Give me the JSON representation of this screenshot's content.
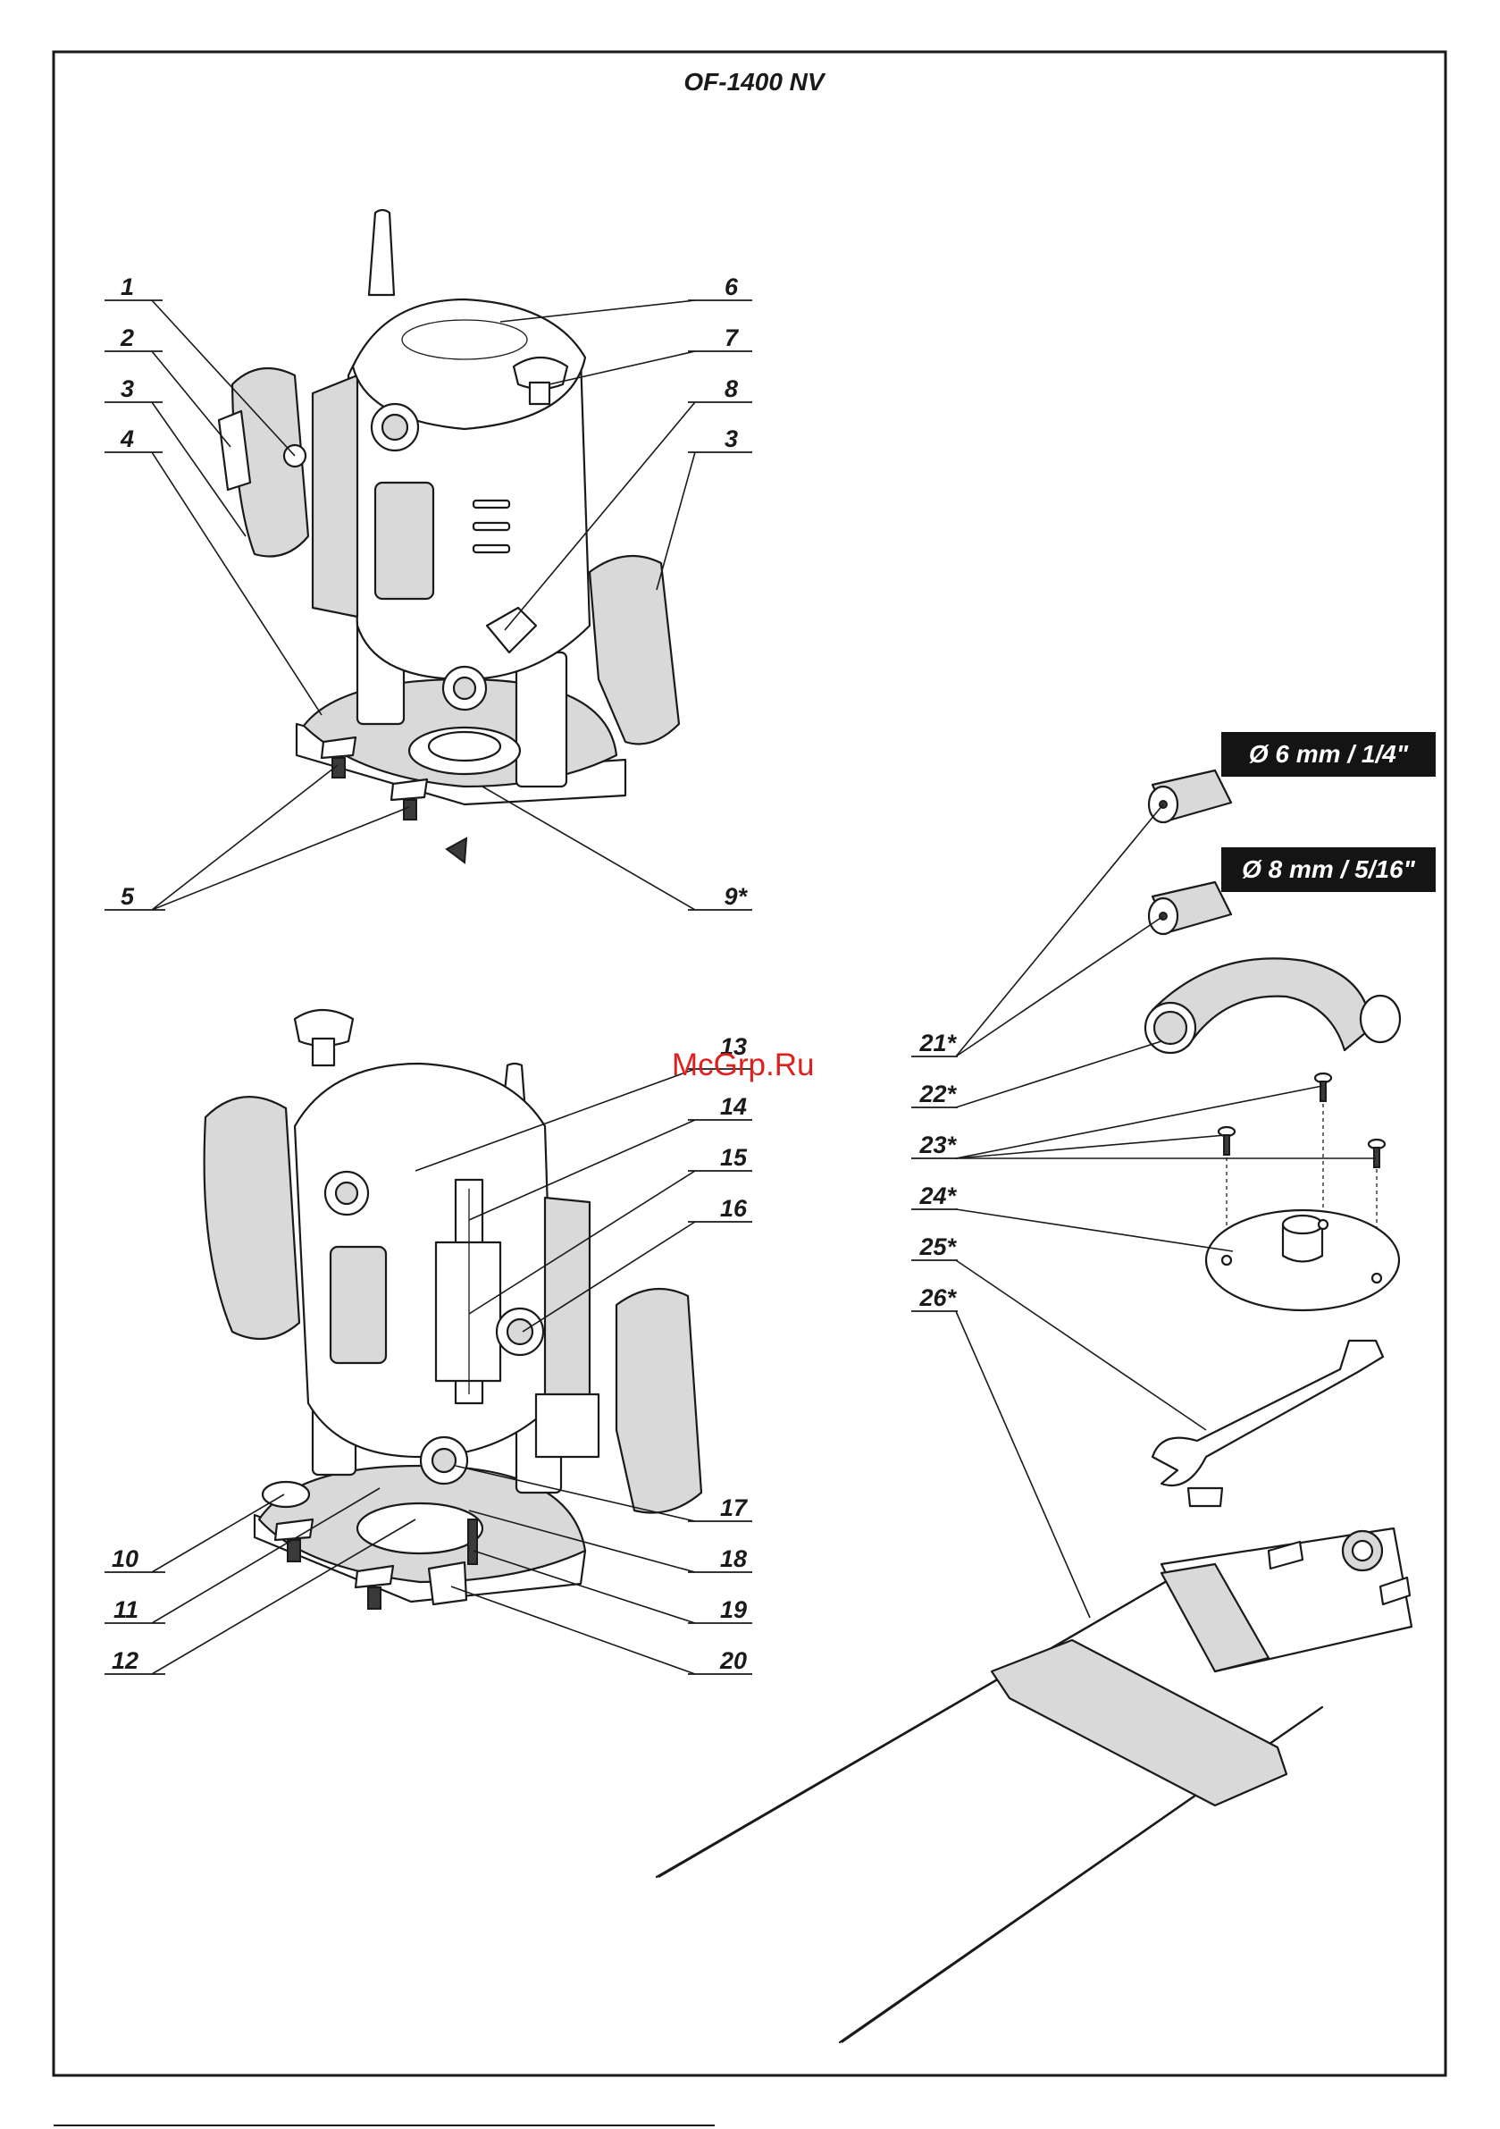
{
  "page": {
    "title": "OF-1400 NV",
    "watermark": "McGrp.Ru"
  },
  "badges": {
    "collet_6": "Ø 6 mm / 1/4\"",
    "collet_8": "Ø 8 mm / 5/16\""
  },
  "callouts": {
    "c1": "1",
    "c2": "2",
    "c3a": "3",
    "c4": "4",
    "c5": "5",
    "c6": "6",
    "c7": "7",
    "c8": "8",
    "c3b": "3",
    "c9": "9*",
    "c13": "13",
    "c14": "14",
    "c15": "15",
    "c16": "16",
    "c10": "10",
    "c11": "11",
    "c12": "12",
    "c17": "17",
    "c18": "18",
    "c19": "19",
    "c20": "20",
    "c21": "21*",
    "c22": "22*",
    "c23": "23*",
    "c24": "24*",
    "c25": "25*",
    "c26": "26*"
  }
}
